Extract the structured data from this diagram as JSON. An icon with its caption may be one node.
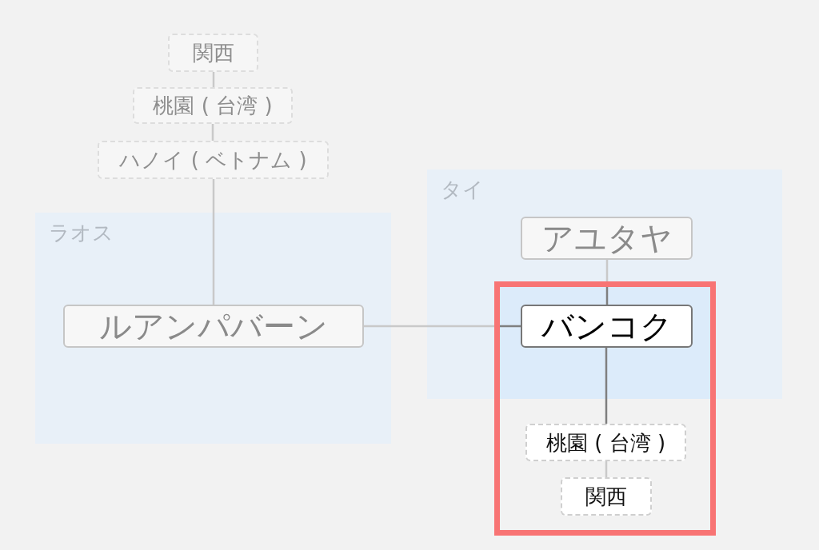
{
  "diagram": {
    "nodes": [
      {
        "text": [
          "関西"
        ]
      },
      {
        "text": [
          "桃園 ( 台湾 )"
        ]
      },
      {
        "text": [
          "ハノイ ( ベトナム )"
        ]
      },
      {
        "text": [
          "ラオス"
        ]
      },
      {
        "text": [
          "ルアンパバーン"
        ],
        "in": 3
      },
      {
        "text": [
          "タイ"
        ]
      },
      {
        "text": [
          "アユタヤ"
        ],
        "in": 5
      },
      {
        "text": [
          "バンコク"
        ],
        "in": 5
      },
      {
        "text": [
          "桃園 ( 台湾 )"
        ]
      },
      {
        "text": [
          "関西"
        ]
      }
    ],
    "edges": [
      {
        "from": 0,
        "to": 1,
        "arrow": "none"
      },
      {
        "from": 1,
        "to": 2,
        "arrow": "none"
      },
      {
        "from": 2,
        "to": 4,
        "arrow": "none"
      },
      {
        "from": 4,
        "to": 7,
        "arrow": "none",
        "color": "#7f7f7f"
      },
      {
        "from": 6,
        "to": 7,
        "arrow": "none",
        "color": "#7f7f7f"
      },
      {
        "from": 7,
        "to": 8,
        "arrow": "none",
        "color": "#7f7f7f"
      },
      {
        "from": 8,
        "to": 9,
        "arrow": "none"
      }
    ]
  }
}
